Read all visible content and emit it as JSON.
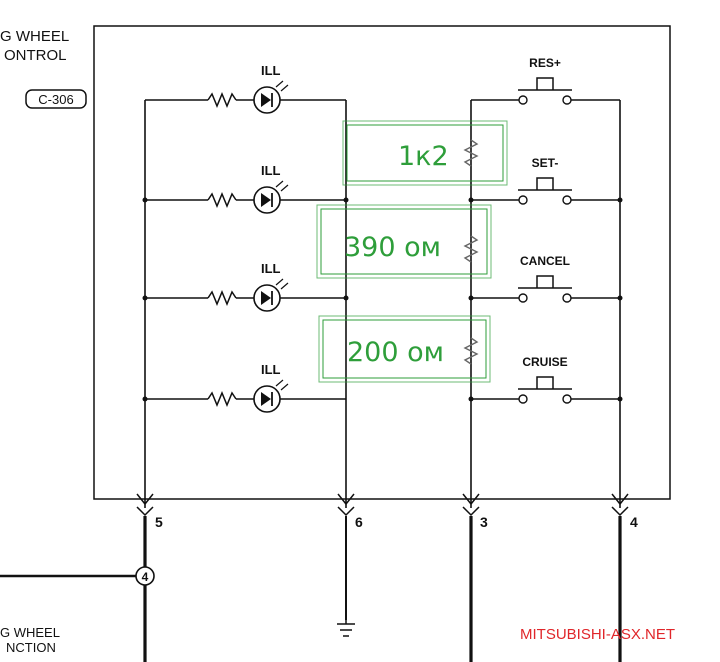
{
  "header": {
    "title_line1": "G WHEEL",
    "title_line2": "ONTROL",
    "connector": "C-306"
  },
  "lamps": [
    {
      "label": "ILL"
    },
    {
      "label": "ILL"
    },
    {
      "label": "ILL"
    },
    {
      "label": "ILL"
    }
  ],
  "switches": [
    {
      "label": "RES+"
    },
    {
      "label": "SET-"
    },
    {
      "label": "CANCEL"
    },
    {
      "label": "CRUISE"
    }
  ],
  "annotations": [
    {
      "label": "1к2"
    },
    {
      "label": "390 ом"
    },
    {
      "label": "200 ом"
    }
  ],
  "terminals": [
    {
      "label": "5"
    },
    {
      "label": "6"
    },
    {
      "label": "3"
    },
    {
      "label": "4"
    }
  ],
  "junction": {
    "label": "4"
  },
  "footer": {
    "line1": "G WHEEL",
    "line2": "NCTION"
  },
  "watermark": "MITSUBISHI-ASX.NET",
  "colors": {
    "annotation": "#2e9e3a",
    "watermark": "#e0262a",
    "ink": "#111111"
  }
}
